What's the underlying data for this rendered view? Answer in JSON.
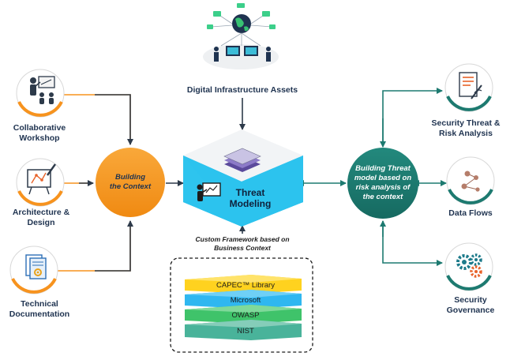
{
  "colors": {
    "orange": "#f7931e",
    "teal": "#1d7a70",
    "cyan": "#29c7ee",
    "navy": "#1f3350",
    "arrow_dark": "#2d3a4a",
    "arrow_teal": "#1d7a70"
  },
  "inputs": [
    {
      "label_line1": "Collaborative",
      "label_line2": "Workshop",
      "icon": "workshop-presentation-icon"
    },
    {
      "label_line1": "Architecture &",
      "label_line2": "Design",
      "icon": "architecture-design-icon"
    },
    {
      "label_line1": "Technical",
      "label_line2": "Documentation",
      "icon": "technical-documentation-icon"
    }
  ],
  "building_context": {
    "line1": "Building",
    "line2": "the Context"
  },
  "digital_assets": {
    "label": "Digital Infrastructure Assets",
    "icon": "digital-infrastructure-icon"
  },
  "threat_modeling": {
    "line1": "Threat",
    "line2": "Modeling",
    "icon": "threat-modeling-icon"
  },
  "framework_caption": {
    "line1": "Custom Framework based on",
    "line2": "Business Context"
  },
  "framework_layers": [
    {
      "label": "CAPEC™ Library",
      "color": "#ffd21f"
    },
    {
      "label": "Microsoft",
      "color": "#2fb7f0"
    },
    {
      "label": "OWASP",
      "color": "#3fc36a"
    },
    {
      "label": "NIST",
      "color": "#49b39a"
    }
  ],
  "building_threat_model": {
    "line1": "Building Threat",
    "line2": "model based on",
    "line3": "risk analysis of",
    "line4": "the context"
  },
  "outputs": [
    {
      "label_line1": "Security Threat &",
      "label_line2": "Risk Analysis",
      "icon": "risk-analysis-document-icon"
    },
    {
      "label_line1": "Data Flows",
      "label_line2": "",
      "icon": "data-flows-icon"
    },
    {
      "label_line1": "Security",
      "label_line2": "Governance",
      "icon": "gears-icon"
    }
  ]
}
